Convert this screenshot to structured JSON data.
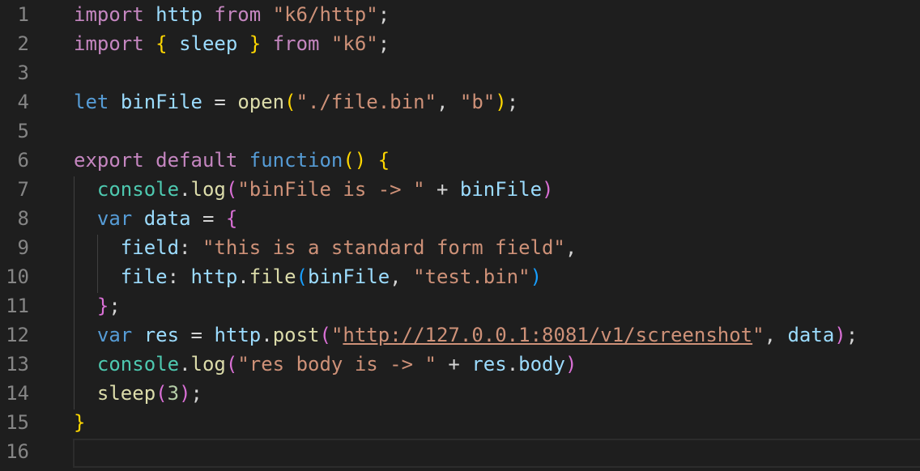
{
  "editor": {
    "line_numbers": [
      "1",
      "2",
      "3",
      "4",
      "5",
      "6",
      "7",
      "8",
      "9",
      "10",
      "11",
      "12",
      "13",
      "14",
      "15",
      "16"
    ],
    "lines": [
      {
        "number": "1",
        "tokens": [
          {
            "text": "import",
            "cls": "kw"
          },
          {
            "text": " ",
            "cls": "txt"
          },
          {
            "text": "http",
            "cls": "var"
          },
          {
            "text": " ",
            "cls": "txt"
          },
          {
            "text": "from",
            "cls": "kw"
          },
          {
            "text": " ",
            "cls": "txt"
          },
          {
            "text": "\"k6/http\"",
            "cls": "str"
          },
          {
            "text": ";",
            "cls": "txt"
          }
        ]
      },
      {
        "number": "2",
        "tokens": [
          {
            "text": "import",
            "cls": "kw"
          },
          {
            "text": " ",
            "cls": "txt"
          },
          {
            "text": "{",
            "cls": "p1"
          },
          {
            "text": " ",
            "cls": "txt"
          },
          {
            "text": "sleep",
            "cls": "var"
          },
          {
            "text": " ",
            "cls": "txt"
          },
          {
            "text": "}",
            "cls": "p1"
          },
          {
            "text": " ",
            "cls": "txt"
          },
          {
            "text": "from",
            "cls": "kw"
          },
          {
            "text": " ",
            "cls": "txt"
          },
          {
            "text": "\"k6\"",
            "cls": "str"
          },
          {
            "text": ";",
            "cls": "txt"
          }
        ]
      },
      {
        "number": "3",
        "tokens": []
      },
      {
        "number": "4",
        "tokens": [
          {
            "text": "let",
            "cls": "st"
          },
          {
            "text": " ",
            "cls": "txt"
          },
          {
            "text": "binFile",
            "cls": "var"
          },
          {
            "text": " = ",
            "cls": "txt"
          },
          {
            "text": "open",
            "cls": "fn"
          },
          {
            "text": "(",
            "cls": "p1"
          },
          {
            "text": "\"./file.bin\"",
            "cls": "str"
          },
          {
            "text": ", ",
            "cls": "txt"
          },
          {
            "text": "\"b\"",
            "cls": "str"
          },
          {
            "text": ")",
            "cls": "p1"
          },
          {
            "text": ";",
            "cls": "txt"
          }
        ]
      },
      {
        "number": "5",
        "tokens": []
      },
      {
        "number": "6",
        "tokens": [
          {
            "text": "export",
            "cls": "kw"
          },
          {
            "text": " ",
            "cls": "txt"
          },
          {
            "text": "default",
            "cls": "kw"
          },
          {
            "text": " ",
            "cls": "txt"
          },
          {
            "text": "function",
            "cls": "st"
          },
          {
            "text": "()",
            "cls": "p1"
          },
          {
            "text": " ",
            "cls": "txt"
          },
          {
            "text": "{",
            "cls": "p1"
          }
        ]
      },
      {
        "number": "7",
        "tokens": [
          {
            "text": "  ",
            "cls": "txt"
          },
          {
            "text": "console",
            "cls": "obj"
          },
          {
            "text": ".",
            "cls": "txt"
          },
          {
            "text": "log",
            "cls": "fn"
          },
          {
            "text": "(",
            "cls": "p2"
          },
          {
            "text": "\"binFile is -> \"",
            "cls": "str"
          },
          {
            "text": " + ",
            "cls": "txt"
          },
          {
            "text": "binFile",
            "cls": "var"
          },
          {
            "text": ")",
            "cls": "p2"
          }
        ]
      },
      {
        "number": "8",
        "tokens": [
          {
            "text": "  ",
            "cls": "txt"
          },
          {
            "text": "var",
            "cls": "st"
          },
          {
            "text": " ",
            "cls": "txt"
          },
          {
            "text": "data",
            "cls": "var"
          },
          {
            "text": " = ",
            "cls": "txt"
          },
          {
            "text": "{",
            "cls": "p2"
          }
        ]
      },
      {
        "number": "9",
        "tokens": [
          {
            "text": "    ",
            "cls": "txt"
          },
          {
            "text": "field",
            "cls": "var"
          },
          {
            "text": ": ",
            "cls": "txt"
          },
          {
            "text": "\"this is a standard form field\"",
            "cls": "str"
          },
          {
            "text": ",",
            "cls": "txt"
          }
        ]
      },
      {
        "number": "10",
        "tokens": [
          {
            "text": "    ",
            "cls": "txt"
          },
          {
            "text": "file",
            "cls": "var"
          },
          {
            "text": ": ",
            "cls": "txt"
          },
          {
            "text": "http",
            "cls": "var"
          },
          {
            "text": ".",
            "cls": "txt"
          },
          {
            "text": "file",
            "cls": "fn"
          },
          {
            "text": "(",
            "cls": "p3"
          },
          {
            "text": "binFile",
            "cls": "var"
          },
          {
            "text": ", ",
            "cls": "txt"
          },
          {
            "text": "\"test.bin\"",
            "cls": "str"
          },
          {
            "text": ")",
            "cls": "p3"
          }
        ]
      },
      {
        "number": "11",
        "tokens": [
          {
            "text": "  ",
            "cls": "txt"
          },
          {
            "text": "}",
            "cls": "p2"
          },
          {
            "text": ";",
            "cls": "txt"
          }
        ]
      },
      {
        "number": "12",
        "tokens": [
          {
            "text": "  ",
            "cls": "txt"
          },
          {
            "text": "var",
            "cls": "st"
          },
          {
            "text": " ",
            "cls": "txt"
          },
          {
            "text": "res",
            "cls": "var"
          },
          {
            "text": " = ",
            "cls": "txt"
          },
          {
            "text": "http",
            "cls": "var"
          },
          {
            "text": ".",
            "cls": "txt"
          },
          {
            "text": "post",
            "cls": "fn"
          },
          {
            "text": "(",
            "cls": "p2"
          },
          {
            "text": "\"",
            "cls": "str"
          },
          {
            "text": "http://127.0.0.1:8081/v1/screenshot",
            "cls": "str link"
          },
          {
            "text": "\"",
            "cls": "str"
          },
          {
            "text": ", ",
            "cls": "txt"
          },
          {
            "text": "data",
            "cls": "var"
          },
          {
            "text": ")",
            "cls": "p2"
          },
          {
            "text": ";",
            "cls": "txt"
          }
        ]
      },
      {
        "number": "13",
        "tokens": [
          {
            "text": "  ",
            "cls": "txt"
          },
          {
            "text": "console",
            "cls": "obj"
          },
          {
            "text": ".",
            "cls": "txt"
          },
          {
            "text": "log",
            "cls": "fn"
          },
          {
            "text": "(",
            "cls": "p2"
          },
          {
            "text": "\"res body is -> \"",
            "cls": "str"
          },
          {
            "text": " + ",
            "cls": "txt"
          },
          {
            "text": "res",
            "cls": "var"
          },
          {
            "text": ".",
            "cls": "txt"
          },
          {
            "text": "body",
            "cls": "var"
          },
          {
            "text": ")",
            "cls": "p2"
          }
        ]
      },
      {
        "number": "14",
        "tokens": [
          {
            "text": "  ",
            "cls": "txt"
          },
          {
            "text": "sleep",
            "cls": "fn"
          },
          {
            "text": "(",
            "cls": "p2"
          },
          {
            "text": "3",
            "cls": "num"
          },
          {
            "text": ")",
            "cls": "p2"
          },
          {
            "text": ";",
            "cls": "txt"
          }
        ]
      },
      {
        "number": "15",
        "tokens": [
          {
            "text": "}",
            "cls": "p1"
          }
        ]
      },
      {
        "number": "16",
        "tokens": []
      }
    ]
  }
}
